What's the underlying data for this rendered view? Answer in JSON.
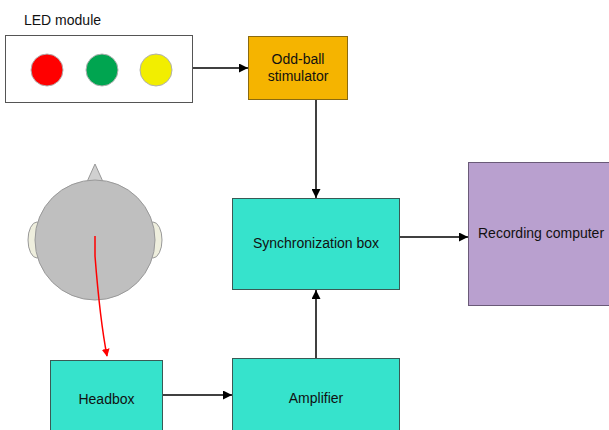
{
  "diagram": {
    "nodes": [
      {
        "text": [
          "LED module"
        ]
      },
      {
        "text": [
          "Odd-ball stimulator"
        ]
      },
      {
        "text": [
          "Synchronization box"
        ]
      },
      {
        "text": [
          "Recording computer"
        ]
      },
      {
        "text": [
          "Headbox"
        ]
      },
      {
        "text": [
          "Amplifier"
        ]
      }
    ],
    "edges": [
      {
        "from": 0,
        "to": 1,
        "arrow": "to"
      },
      {
        "from": 1,
        "to": 2,
        "arrow": "to"
      },
      {
        "from": 2,
        "to": 3,
        "arrow": "to"
      },
      {
        "from": 4,
        "to": 5,
        "arrow": "to"
      },
      {
        "from": 5,
        "to": 2,
        "arrow": "to"
      }
    ]
  }
}
